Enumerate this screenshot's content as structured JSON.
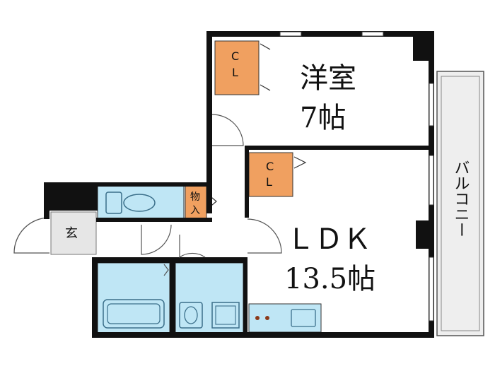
{
  "rooms": {
    "western_room": {
      "name": "洋室",
      "size": "7帖"
    },
    "ldk": {
      "name": "ＬＤＫ",
      "size": "13.5帖"
    },
    "closet_1": {
      "line1": "C",
      "line2": "L"
    },
    "closet_2": {
      "line1": "C",
      "line2": "L"
    },
    "storage": {
      "line1": "物",
      "line2": "入"
    },
    "entrance": {
      "name": "玄"
    },
    "balcony": {
      "name": "バルコニー"
    }
  },
  "colors": {
    "wall": "#111111",
    "closet_fill": "#f0a060",
    "fixture_fill": "#bfe6f5",
    "fixture_stroke": "#3b6f8a",
    "entrance_fill": "#e6e6e6",
    "balcony_fill": "#eeeeee",
    "balcony_stroke": "#555555",
    "stove_dot": "#8b3a1a"
  }
}
